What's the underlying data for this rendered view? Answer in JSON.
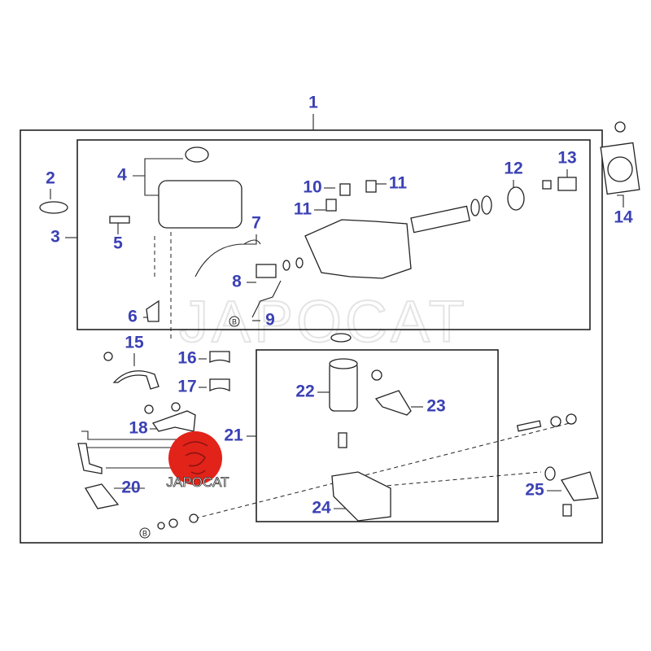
{
  "diagram": {
    "watermark": "JAPOCAT",
    "logo_text": "JAPOCAT",
    "reference_marker": "B",
    "label_color": "#3b41b4",
    "logo_color": "#e2231a",
    "callouts": [
      "1",
      "2",
      "3",
      "4",
      "5",
      "6",
      "7",
      "8",
      "9",
      "10",
      "11",
      "11",
      "12",
      "13",
      "14",
      "15",
      "16",
      "17",
      "18",
      "20",
      "21",
      "22",
      "23",
      "24",
      "25"
    ]
  }
}
